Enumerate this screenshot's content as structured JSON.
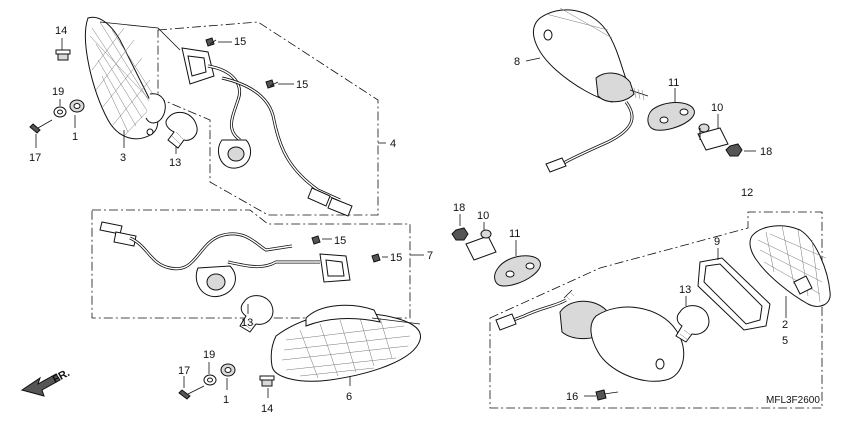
{
  "diagram_code": "MFL3F2600",
  "direction_label": "FR.",
  "callouts": {
    "c1": "14",
    "c2": "19",
    "c3": "1",
    "c4": "17",
    "c5": "3",
    "c6": "13",
    "c7": "15",
    "c8": "15",
    "c9": "4",
    "c10": "15",
    "c11": "15",
    "c12": "7",
    "c13": "13",
    "c14": "17",
    "c15": "19",
    "c16": "1",
    "c17": "14",
    "c18": "6",
    "c19": "8",
    "c20": "11",
    "c21": "10",
    "c22": "18",
    "c23": "12",
    "c24": "18",
    "c25": "10",
    "c26": "11",
    "c27": "9",
    "c28": "13",
    "c29": "2",
    "c30": "5",
    "c31": "16"
  }
}
